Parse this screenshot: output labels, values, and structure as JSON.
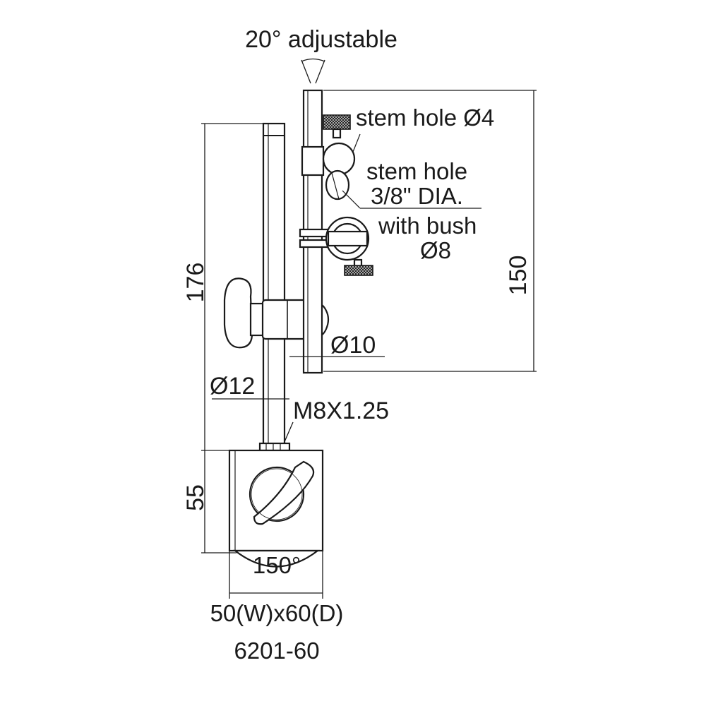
{
  "labels": {
    "adjustable": "20° adjustable",
    "stem_hole_4": "stem hole Ø4",
    "stem_hole_line1": "stem  hole",
    "stem_hole_line2": "3/8\" DIA.",
    "bush_line1": "with bush",
    "bush_line2": "Ø8",
    "dim_150": "150",
    "dim_176": "176",
    "dim_55": "55",
    "d10": "Ø10",
    "d12": "Ø12",
    "thread": "M8X1.25",
    "angle_150": "150°",
    "base_size": "50(W)x60(D)",
    "model": "6201-60"
  },
  "colors": {
    "line": "#1a1a1a",
    "knurl": "#222222",
    "background": "#ffffff"
  }
}
